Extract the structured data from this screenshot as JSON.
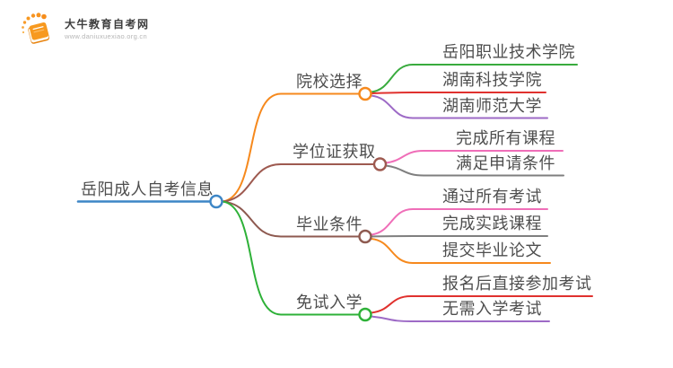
{
  "logo": {
    "title": "大牛教育自考网",
    "url": "www.daniuxuexiao.org.cn",
    "icon": "book-with-sparkles-icon",
    "icon_color": "#f7941f"
  },
  "mindmap": {
    "root": {
      "label": "岳阳成人自考信息",
      "color": "#3d86c6"
    },
    "text_color": "#4e4e4e",
    "branches": [
      {
        "label": "院校选择",
        "color": "#f6891d",
        "children": [
          {
            "label": "岳阳职业技术学院",
            "color": "#39ab3e"
          },
          {
            "label": "湖南科技学院",
            "color": "#e0312e"
          },
          {
            "label": "湖南师范大学",
            "color": "#9d6ac6"
          }
        ]
      },
      {
        "label": "学位证获取",
        "color": "#9e5a50",
        "children": [
          {
            "label": "完成所有课程",
            "color": "#ef6eb8"
          },
          {
            "label": "满足申请条件",
            "color": "#7f7f7f"
          }
        ]
      },
      {
        "label": "毕业条件",
        "color": "#8e5a50",
        "children": [
          {
            "label": "通过所有考试",
            "color": "#ef6eb8"
          },
          {
            "label": "完成实践课程",
            "color": "#7f7f7f"
          },
          {
            "label": "提交毕业论文",
            "color": "#f6891d"
          }
        ]
      },
      {
        "label": "免试入学",
        "color": "#2eb138",
        "children": [
          {
            "label": "报名后直接参加考试",
            "color": "#e0312e"
          },
          {
            "label": "无需入学考试",
            "color": "#9d6ac6"
          }
        ]
      }
    ]
  }
}
